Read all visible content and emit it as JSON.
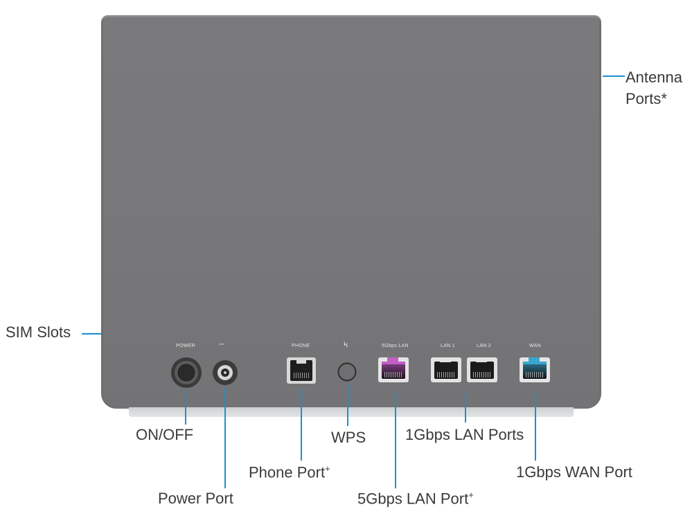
{
  "callouts": {
    "antenna_line1": "Antenna",
    "antenna_line2": "Ports*",
    "sim_slots": "SIM Slots",
    "on_off": "ON/OFF",
    "power_port": "Power Port",
    "phone_port": "Phone Port",
    "phone_port_sup": "+",
    "wps": "WPS",
    "lan5g_port": "5Gbps LAN Port",
    "lan5g_port_sup": "+",
    "lan_ports": "1Gbps LAN Ports",
    "wan_port": "1Gbps WAN Port"
  },
  "port_labels": {
    "power": "POWER",
    "dc": "⎓",
    "phone": "PHONE",
    "wps_symbol": "ϟ",
    "lan5g": "5Gbps LAN",
    "lan1": "LAN 1",
    "lan2": "LAN 2",
    "wan": "WAN"
  },
  "colors": {
    "device_body": "#777779",
    "callout_line": "#1a8fd0",
    "lan5g_accent": "#c25fc6",
    "wan_accent": "#3aa6d0",
    "lan_accent": "#d9d9d9"
  }
}
